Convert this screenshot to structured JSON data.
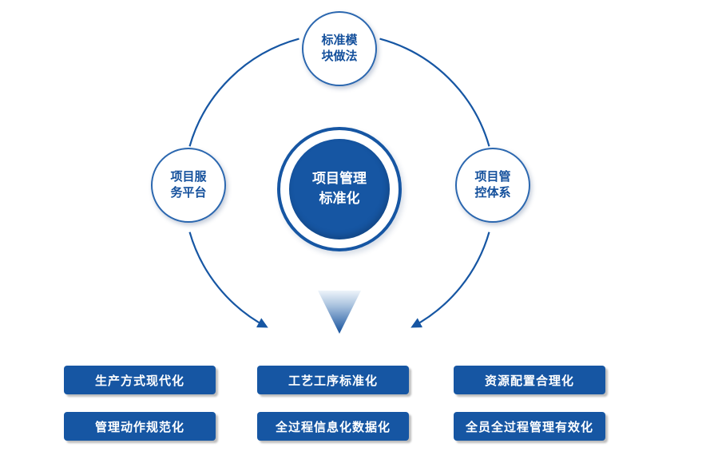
{
  "colors": {
    "primary": "#1656a3",
    "circle_border": "#2b67af",
    "text_on_dark": "#ffffff",
    "text_blue": "#14509c"
  },
  "center": {
    "line1": "项目管理",
    "line2": "标准化"
  },
  "satellites": {
    "top": {
      "line1": "标准模",
      "line2": "块做法"
    },
    "left": {
      "line1": "项目服",
      "line2": "务平台"
    },
    "right": {
      "line1": "项目管",
      "line2": "控体系"
    }
  },
  "boxes": [
    "生产方式现代化",
    "工艺工序标准化",
    "资源配置合理化",
    "管理动作规范化",
    "全过程信息化数据化",
    "全员全过程管理有效化"
  ],
  "icons": {
    "arrows": "circular-flow-arrows",
    "down_arrow": "gradient-down-arrow"
  }
}
